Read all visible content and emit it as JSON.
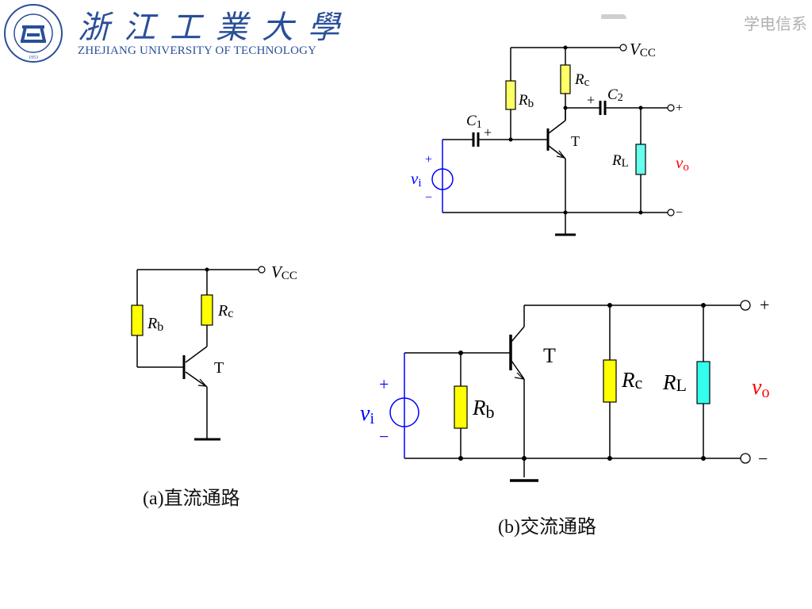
{
  "header": {
    "university_cn": "浙江工業大學",
    "university_en": "ZHEJIANG UNIVERSITY OF TECHNOLOGY",
    "logo_year": "1953",
    "department": "学电信系"
  },
  "colors": {
    "wire": "#000000",
    "resistor_yellow": "#ffff33",
    "resistor_load_cyan": "#66ffee",
    "source_blue": "#0000ff",
    "output_red": "#ff0000",
    "brand_blue": "#2a4f9a"
  },
  "circuits": {
    "full": {
      "vcc": "V",
      "vcc_sub": "CC",
      "rb": "R",
      "rb_sub": "b",
      "rc": "R",
      "rc_sub": "c",
      "rl": "R",
      "rl_sub": "L",
      "c1": "C",
      "c1_sub": "1",
      "c2": "C",
      "c2_sub": "2",
      "transistor": "T",
      "vi": "v",
      "vi_sub": "i",
      "vo": "v",
      "vo_sub": "o",
      "plus": "+",
      "minus": "−"
    },
    "dc": {
      "vcc": "V",
      "vcc_sub": "CC",
      "rb": "R",
      "rb_sub": "b",
      "rc": "R",
      "rc_sub": "c",
      "transistor": "T",
      "caption": "(a)直流通路"
    },
    "ac": {
      "rb": "R",
      "rb_sub": "b",
      "rc": "R",
      "rc_sub": "c",
      "rl": "R",
      "rl_sub": "L",
      "transistor": "T",
      "vi": "v",
      "vi_sub": "i",
      "vo": "v",
      "vo_sub": "o",
      "plus": "+",
      "minus": "−",
      "caption": "(b)交流通路"
    }
  }
}
